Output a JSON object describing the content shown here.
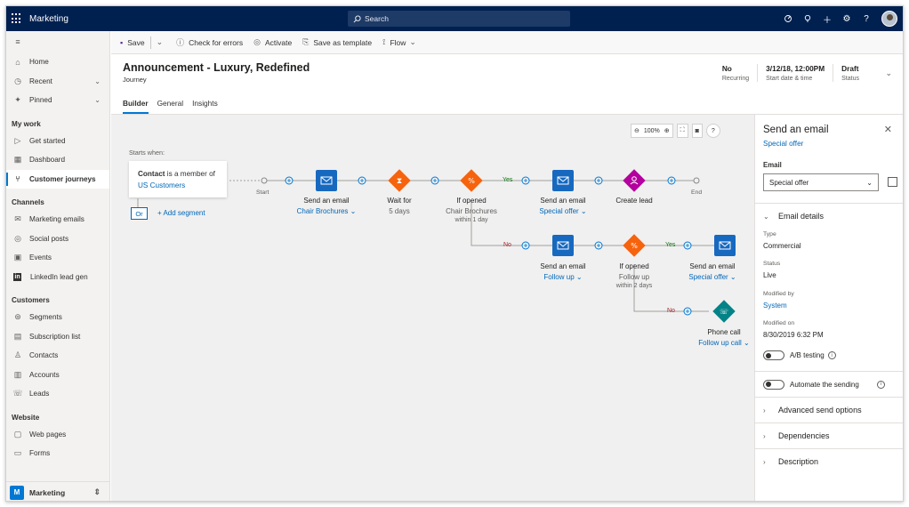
{
  "app": {
    "name": "Marketing",
    "search_placeholder": "Search"
  },
  "sidebar": {
    "top_items": [
      {
        "label": "Home",
        "icon": "home-icon"
      },
      {
        "label": "Recent",
        "icon": "clock-icon"
      },
      {
        "label": "Pinned",
        "icon": "pin-icon"
      }
    ],
    "groups": [
      {
        "title": "My work",
        "items": [
          {
            "label": "Get started",
            "icon": "play-icon"
          },
          {
            "label": "Dashboard",
            "icon": "dashboard-icon"
          },
          {
            "label": "Customer journeys",
            "icon": "journey-icon"
          }
        ]
      },
      {
        "title": "Channels",
        "items": [
          {
            "label": "Marketing emails",
            "icon": "mail-icon"
          },
          {
            "label": "Social posts",
            "icon": "globe-icon"
          },
          {
            "label": "Events",
            "icon": "calendar-icon"
          },
          {
            "label": "LinkedIn lead gen",
            "icon": "linkedin-icon"
          }
        ]
      },
      {
        "title": "Customers",
        "items": [
          {
            "label": "Segments",
            "icon": "segments-icon"
          },
          {
            "label": "Subscription list",
            "icon": "list-icon"
          },
          {
            "label": "Contacts",
            "icon": "person-icon"
          },
          {
            "label": "Accounts",
            "icon": "building-icon"
          },
          {
            "label": "Leads",
            "icon": "leads-icon"
          }
        ]
      },
      {
        "title": "Website",
        "items": [
          {
            "label": "Web pages",
            "icon": "page-icon"
          },
          {
            "label": "Forms",
            "icon": "form-icon"
          }
        ]
      }
    ],
    "area": {
      "badge": "M",
      "label": "Marketing"
    }
  },
  "commands": {
    "save": "Save",
    "check": "Check for errors",
    "activate": "Activate",
    "template": "Save as template",
    "flow": "Flow"
  },
  "header": {
    "title": "Announcement - Luxury, Redefined",
    "entity": "Journey",
    "fields": [
      {
        "value": "No",
        "label": "Recurring"
      },
      {
        "value": "3/12/18, 12:00PM",
        "label": "Start date & time"
      },
      {
        "value": "Draft",
        "label": "Status"
      }
    ],
    "tabs": [
      "Builder",
      "General",
      "Insights"
    ]
  },
  "canvas": {
    "zoom": "100%",
    "starts_when": "Starts when:",
    "segment_prefix": "Contact",
    "segment_mid": " is a member of",
    "segment_name": "US Customers",
    "or_label": "Or",
    "add_segment": "+ Add segment",
    "start": "Start",
    "end": "End",
    "yes": "Yes",
    "no": "No",
    "nodes": {
      "email1": {
        "title": "Send an email",
        "sub": "Chair Brochures ⌄"
      },
      "wait": {
        "title": "Wait for",
        "sub": "5 days"
      },
      "ifopen1": {
        "title": "If opened",
        "sub": "Chair Brochures",
        "small": "within 1 day"
      },
      "email2": {
        "title": "Send an email",
        "sub": "Special offer ⌄"
      },
      "lead": {
        "title": "Create lead"
      },
      "email3": {
        "title": "Send an email",
        "sub": "Follow up ⌄"
      },
      "ifopen2": {
        "title": "If opened",
        "sub": "Follow up",
        "small": "within 2 days"
      },
      "email4": {
        "title": "Send an email",
        "sub": "Special offer ⌄"
      },
      "phone": {
        "title": "Phone call",
        "sub": "Follow up call ⌄"
      }
    },
    "colors": {
      "email": "#1769c0",
      "condition": "#f7630c",
      "lead": "#b4009e",
      "phone": "#038387"
    }
  },
  "panel": {
    "title": "Send an email",
    "subtitle": "Special offer",
    "email_label": "Email",
    "email_value": "Special offer",
    "email_details": "Email details",
    "fields": [
      {
        "label": "Type",
        "value": "Commercial"
      },
      {
        "label": "Status",
        "value": "Live"
      },
      {
        "label": "Modified by",
        "value": "System"
      },
      {
        "label": "Modified on",
        "value": "8/30/2019  6:32 PM"
      }
    ],
    "ab_testing": "A/B testing",
    "automate": "Automate the sending",
    "sections": [
      "Advanced send options",
      "Dependencies",
      "Description"
    ]
  }
}
